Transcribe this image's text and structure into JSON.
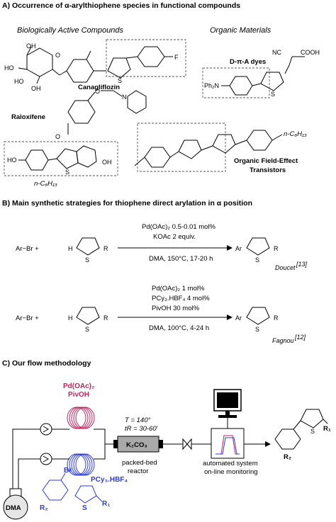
{
  "sectionA": {
    "title": "A) Occurrence of α-arylthiophene species in functional compounds",
    "bio_heading": "Biologically Active Compounds",
    "materials_heading": "Organic Materials",
    "canagliflozin": {
      "name": "Canagliflozin",
      "labels": [
        "HO",
        "HO",
        "OH",
        "OH",
        "O",
        "F",
        "S"
      ]
    },
    "raloxifene": {
      "name": "Raloxifene",
      "labels": [
        "HO",
        "OH",
        "S",
        "O",
        "O",
        "N"
      ]
    },
    "dye": {
      "name": "D-π-A dyes",
      "labels": [
        "Ph₂N",
        "NC",
        "COOH",
        "S"
      ]
    },
    "ofet": {
      "name": "Organic Field-Effect Transistors",
      "line1": "Organic Field-Effect",
      "line2": "Transistors",
      "substituent": "n-C₆H₁₃"
    }
  },
  "sectionB": {
    "title": "B) Main synthetic strategies for thiophene direct arylation in α position",
    "reaction1": {
      "reactant1": "Ar−Br  +",
      "reactant2_labels": [
        "H",
        "S",
        "R"
      ],
      "above": [
        "Pd(OAc)₂  0.5-0.01 mol%",
        "KOAc 2 equiv."
      ],
      "below": "DMA, 150°C, 17-20 h",
      "product_labels": [
        "Ar",
        "S",
        "R"
      ],
      "author": "Doucet",
      "ref": "[13]"
    },
    "reaction2": {
      "reactant1": "Ar−Br  +",
      "reactant2_labels": [
        "H",
        "S",
        "R"
      ],
      "above": [
        "Pd(OAc)₂   1 mol%",
        "PCy₃.HBF₄ 4 mol%",
        "PivOH 30 mol%"
      ],
      "below": "DMA, 100°C, 4-24 h",
      "product_labels": [
        "Ar",
        "S",
        "R"
      ],
      "author": "Fagnou",
      "ref": "[12]"
    }
  },
  "sectionC": {
    "title": "C) Our flow methodology",
    "reagent_top": [
      "Pd(OAc)₂",
      "PivOH"
    ],
    "conditions": [
      "T = 140°",
      "tR = 30-60′"
    ],
    "reactor_label": "K₂CO₃",
    "reactor_caption": [
      "packed-bed",
      "reactor"
    ],
    "monitor_caption": [
      "automated system",
      "on-line monitoring"
    ],
    "flask_label": "DMA",
    "bottom_reagents": {
      "aryl": [
        "Br",
        "R₂"
      ],
      "ligand": "PCy₃.HBF₄",
      "thiophene": [
        "S",
        "R₁"
      ]
    },
    "product_labels": [
      "S",
      "R₁",
      "R₂"
    ]
  },
  "colors": {
    "pd_reagent": "#c0245c",
    "blue_reagent": "#2a3bd6",
    "reactor_fill": "#a9a9a9"
  }
}
